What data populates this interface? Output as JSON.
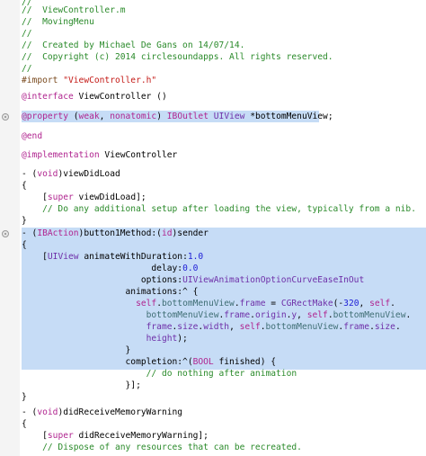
{
  "colors": {
    "comment": "#2a8a2a",
    "keyword": "#b0248f",
    "preprocessor": "#7a4a1e",
    "string": "#c41a16",
    "number": "#1d1dd6",
    "type": "#6e2fa8",
    "project": "#3f6e74",
    "selection": "#c6dcf6"
  },
  "code": {
    "header": [
      "//",
      "//  ViewController.m",
      "//  MovingMenu",
      "//",
      "//  Created by Michael De Gans on 14/07/14.",
      "//  Copyright (c) 2014 circlesoundapps. All rights reserved.",
      "//"
    ],
    "import_kw": "#import ",
    "import_file": "\"ViewController.h\"",
    "interface_kw": "@interface",
    "interface_name": " ViewController ()",
    "property_kw": "@property",
    "property_open": " (",
    "weak": "weak",
    "comma": ", ",
    "nonatomic": "nonatomic",
    "property_close": ") ",
    "iboutlet": "IBOutlet",
    "space": " ",
    "uiview": "UIView",
    "property_var": " *bottomMenuView;",
    "end_kw": "@end",
    "implementation_kw": "@implementation",
    "implementation_name": " ViewController",
    "vdl_prefix": "- (",
    "void": "void",
    "vdl_name": ")viewDidLoad",
    "brace_open": "{",
    "brace_close": "}",
    "vdl_indent": "    [",
    "super": "super",
    "vdl_call": " viewDidLoad];",
    "vdl_comment": "    // Do any additional setup after loading the view, typically from a nib.",
    "ba_prefix": "- (",
    "ibaction": "IBAction",
    "ba_name": ")button1Method:(",
    "id": "id",
    "ba_sender": ")sender",
    "anim_indent": "    [",
    "anim_uiview": "UIView",
    "anim_method": " animateWithDuration:",
    "anim_duration": "1.0",
    "delay_label": "                         delay:",
    "delay_value": "0.0",
    "options_label": "                       options:",
    "options_value": "UIViewAnimationOptionCurveEaseInOut",
    "animations_label": "                    animations:^ {",
    "f1_indent": "                      ",
    "self": "self",
    "dot": ".",
    "bottomMenuView": "bottomMenuView",
    "frame": "frame",
    "f1_eq": " = ",
    "cgrectmake": "CGRectMake",
    "f1_open": "(-",
    "n320": "320",
    "f1_comma": ", ",
    "f2_indent": "                        ",
    "origin": "origin",
    "y": "y",
    "f3_indent": "                        ",
    "size": "size",
    "width": "width",
    "f4_indent": "                        ",
    "height": "height",
    "f4_close": ");",
    "anim_close": "                    }",
    "completion_label": "                    completion:^(",
    "bool": "BOOL",
    "completion_rest": " finished) {",
    "completion_comment": "                        // do nothing after animation",
    "completion_close": "                    }];",
    "drmw_name": ")didReceiveMemoryWarning",
    "drmw_call": " didReceiveMemoryWarning];",
    "drmw_comment": "    // Dispose of any resources that can be recreated."
  }
}
